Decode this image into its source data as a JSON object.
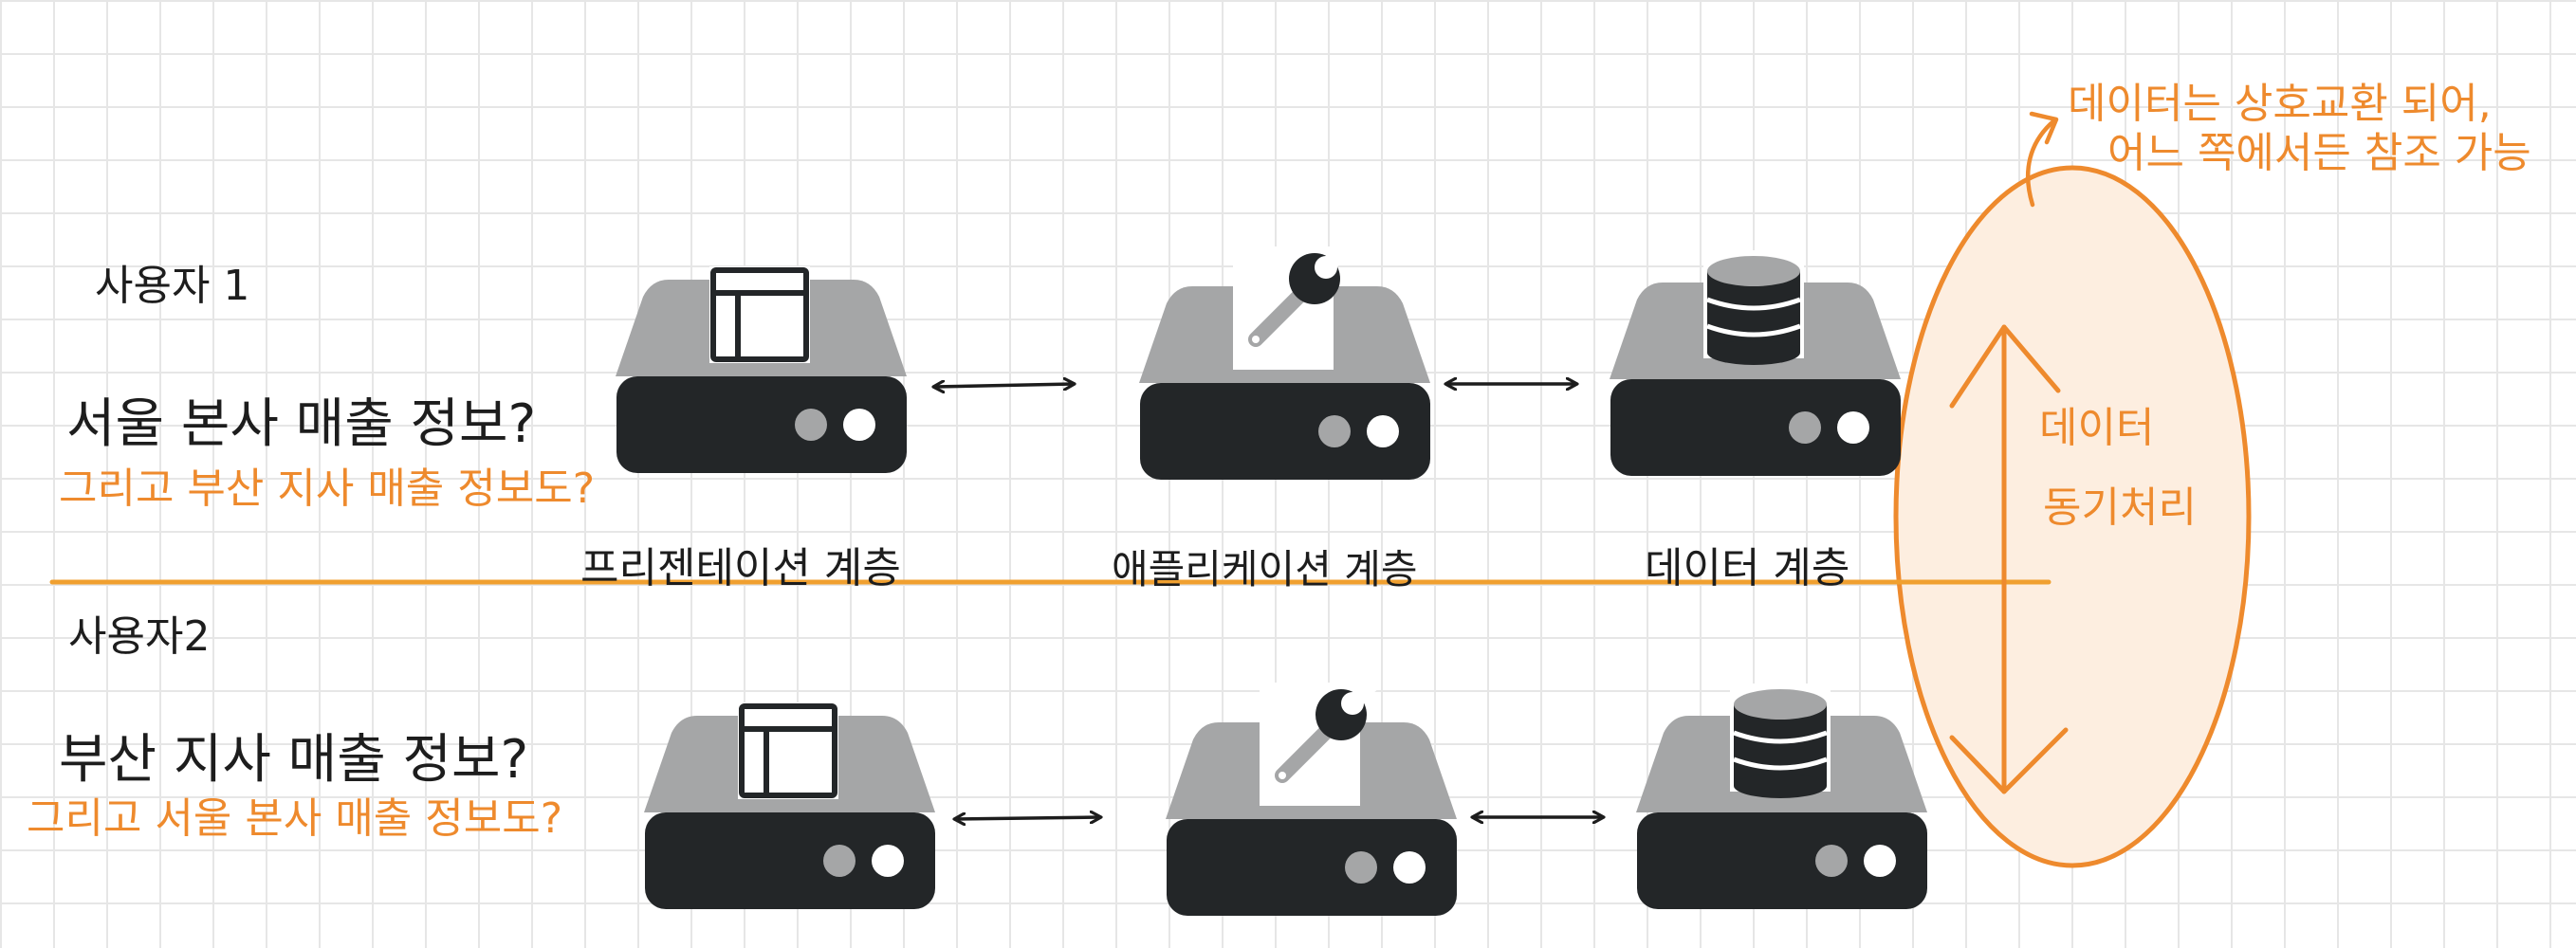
{
  "users": [
    {
      "label": "사용자 1",
      "question": "서울 본사 매출 정보?",
      "followup": "그리고 부산 지사 매출 정보도?"
    },
    {
      "label": "사용자2",
      "question": "부산 지사 매출 정보?",
      "followup": "그리고 서울 본사 매출 정보도?"
    }
  ],
  "layers": {
    "presentation": "프리젠테이션 계층",
    "application": "애플리케이션 계층",
    "data": "데이터 계층"
  },
  "sync": {
    "label_line1": "데이터",
    "label_line2": "동기처리"
  },
  "note": {
    "line1": "데이터는 상호교환 되어,",
    "line2": "어느 쪽에서든 참조 가능"
  },
  "colors": {
    "accent": "#ee8a2d",
    "ink": "#1d1d1d",
    "server_body": "#a5a6a7",
    "server_base": "#232628",
    "ellipse_fill": "#fdeee0",
    "grid": "#e6e6e6"
  }
}
